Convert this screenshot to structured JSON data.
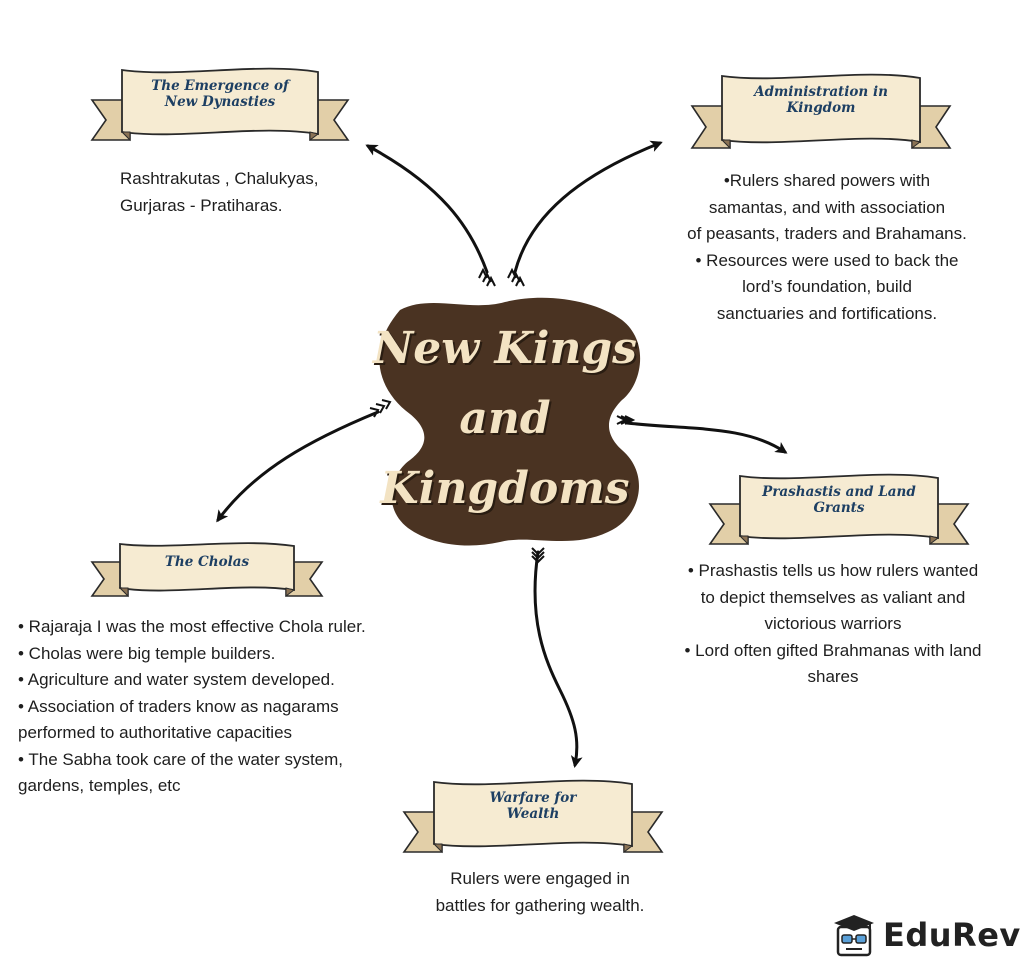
{
  "central": {
    "lines": [
      "New Kings",
      "and",
      "Kingdoms"
    ]
  },
  "topics": {
    "emergence": {
      "title": "The Emergence of\nNew Dynasties",
      "lines": [
        "Rashtrakutas , Chalukyas,",
        "Gurjaras - Pratiharas."
      ]
    },
    "administration": {
      "title": "Administration in\nKingdom",
      "lines": [
        "•Rulers shared powers with",
        "samantas, and with association",
        "of peasants, traders and Brahamans.",
        "• Resources were used to back the",
        "lord’s foundation, build",
        "sanctuaries and fortifications."
      ]
    },
    "cholas": {
      "title": "The Cholas",
      "lines": [
        "• Rajaraja I was the most effective Chola ruler.",
        "• Cholas were big temple builders.",
        "• Agriculture and water system developed.",
        "• Association of traders know as nagarams",
        "performed to authoritative capacities",
        "• The Sabha took care of the water system,",
        "gardens, temples, etc"
      ]
    },
    "prashastis": {
      "title": "Prashastis and Land\nGrants",
      "lines": [
        "• Prashastis tells us how rulers wanted",
        "to depict themselves as valiant and",
        "victorious warriors",
        "• Lord often gifted Brahmanas with land",
        "shares"
      ]
    },
    "warfare": {
      "title": "Warfare for\nWealth",
      "lines": [
        "Rulers were engaged in",
        "battles for gathering wealth."
      ]
    }
  },
  "brand": {
    "name": "EduRev",
    "icon": "graduation-cap-icon"
  },
  "colors": {
    "banner_fill": "#f6ebd2",
    "banner_shadow": "#e2cfa8",
    "title": "#1d3f63",
    "center": "#4a3322",
    "text": "#1e1e1e"
  }
}
